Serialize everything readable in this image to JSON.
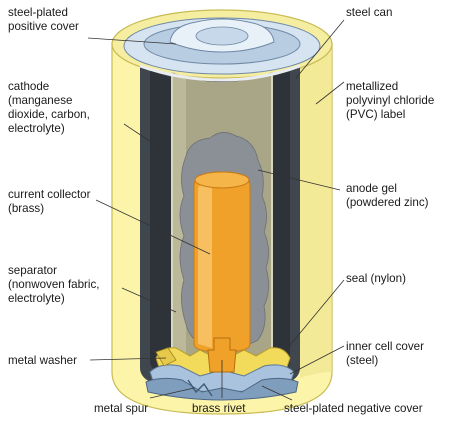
{
  "colors": {
    "label_yellow": "#fbf4a9",
    "label_edge": "#c9bb55",
    "steel_can": "#3f464d",
    "cathode_inner": "#a8a687",
    "anode_gel": "#8b8f96",
    "collector": "#f0a12a",
    "steel_blue": "#a9c3de",
    "seal_yellow": "#f2da5a"
  },
  "labels": {
    "steel_plated_positive_cover": [
      "steel-plated",
      "positive cover"
    ],
    "cathode": [
      "cathode",
      "(manganese",
      "dioxide, carbon,",
      "electrolyte)"
    ],
    "current_collector": [
      "current collector",
      "(brass)"
    ],
    "separator": [
      "separator",
      "(nonwoven fabric,",
      "electrolyte)"
    ],
    "metal_washer": [
      "metal washer"
    ],
    "metal_spur": [
      "metal spur"
    ],
    "brass_rivet": [
      "brass rivet"
    ],
    "steel_plated_negative_cover": [
      "steel-plated negative cover"
    ],
    "steel_can": [
      "steel can"
    ],
    "pvc_label": [
      "metallized",
      "polyvinyl chloride",
      "(PVC) label"
    ],
    "anode_gel": [
      "anode gel",
      "(powdered zinc)"
    ],
    "seal": [
      "seal (nylon)"
    ],
    "inner_cell_cover": [
      "inner cell cover",
      "(steel)"
    ]
  }
}
